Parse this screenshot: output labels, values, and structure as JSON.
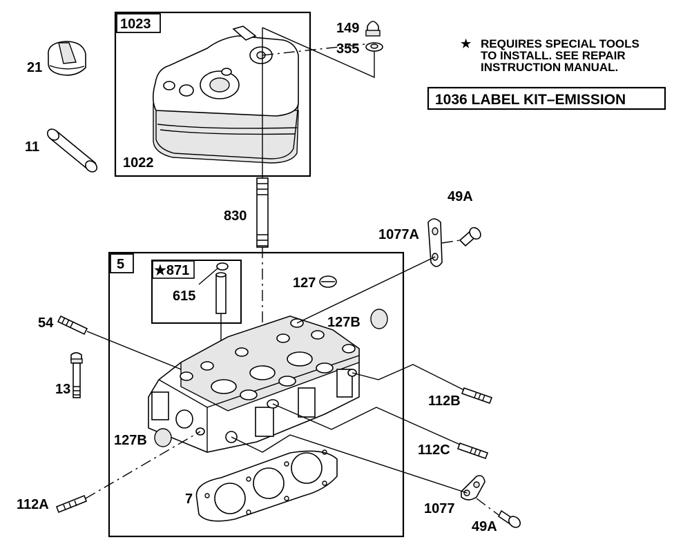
{
  "note": {
    "star": "★",
    "lines": [
      "REQUIRES SPECIAL TOOLS",
      "TO INSTALL.  SEE REPAIR",
      "INSTRUCTION MANUAL."
    ]
  },
  "kit_label": "1036 LABEL KIT–EMISSION",
  "box_labels": {
    "valve_cover": "1023",
    "cylinder_head": "5",
    "valve_kit": "★871"
  },
  "parts": {
    "p21": "21",
    "p11": "11",
    "p1022": "1022",
    "p149": "149",
    "p355": "355",
    "p830": "830",
    "p49a_top": "49A",
    "p1077a": "1077A",
    "p615": "615",
    "p127": "127",
    "p127b_right": "127B",
    "p54": "54",
    "p13": "13",
    "p112b": "112B",
    "p127b_left": "127B",
    "p112c": "112C",
    "p7": "7",
    "p112a": "112A",
    "p1077": "1077",
    "p49a_bottom": "49A"
  }
}
